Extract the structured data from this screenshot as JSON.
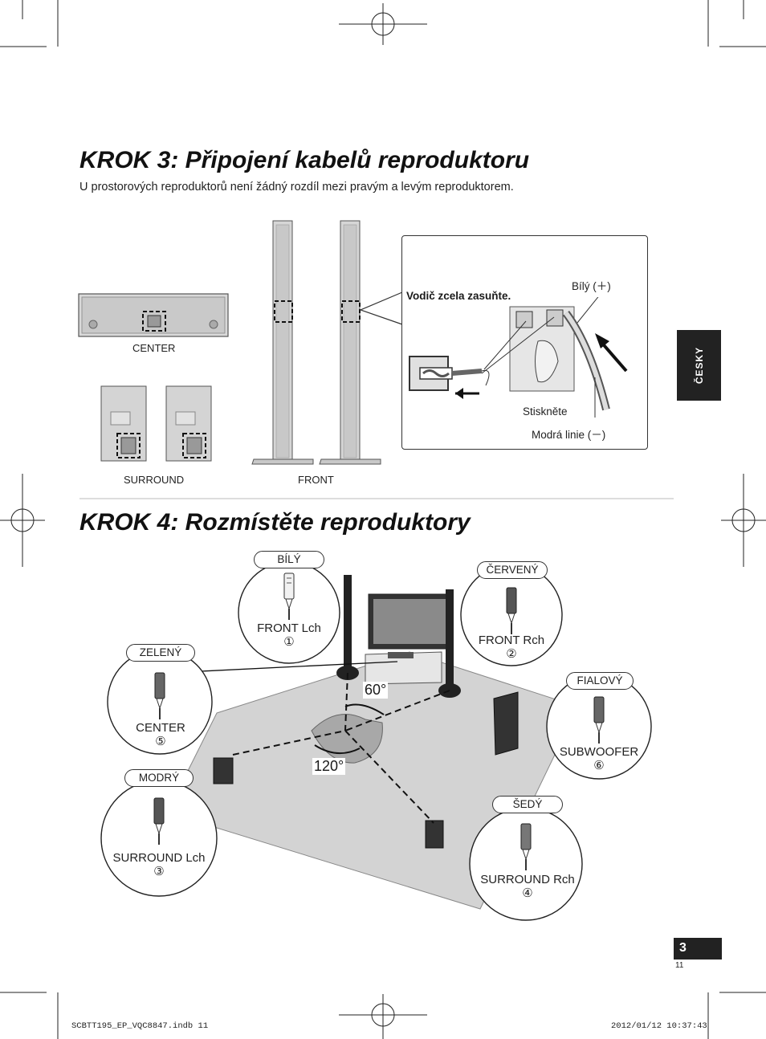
{
  "step3": {
    "title": "KROK 3: Připojení kabelů reproduktoru",
    "subtitle": "U prostorových reproduktorů není žádný rozdíl mezi pravým a levým reproduktorem."
  },
  "speaker_labels": {
    "center": "CENTER",
    "surround": "SURROUND",
    "front": "FRONT"
  },
  "callout": {
    "instruction": "Vodič zcela zasuňte.",
    "white_plus": "Bílý (＋)",
    "press": "Stiskněte",
    "blue_line_minus": "Modrá linie (－)"
  },
  "step4": {
    "title": "KROK 4: Rozmístěte reproduktory"
  },
  "angles": {
    "a60": "60°",
    "a120": "120°"
  },
  "connectors": [
    {
      "color_name": "BÍLÝ",
      "speaker": "FRONT Lch",
      "number": "①",
      "hex": "#e8e8e8"
    },
    {
      "color_name": "ČERVENÝ",
      "speaker": "FRONT Rch",
      "number": "②",
      "hex": "#c0392b"
    },
    {
      "color_name": "ZELENÝ",
      "speaker": "CENTER",
      "number": "⑤",
      "hex": "#2e7d32"
    },
    {
      "color_name": "FIALOVÝ",
      "speaker": "SUBWOOFER",
      "number": "⑥",
      "hex": "#6a1b9a"
    },
    {
      "color_name": "MODRÝ",
      "speaker": "SURROUND Lch",
      "number": "③",
      "hex": "#1565c0"
    },
    {
      "color_name": "ŠEDÝ",
      "speaker": "SURROUND Rch",
      "number": "④",
      "hex": "#808080"
    }
  ],
  "side_tab": "ČESKY",
  "page": {
    "number": "3",
    "small_number": "11"
  },
  "footer": {
    "file": "SCBTT195_EP_VQC8847.indb   11",
    "timestamp": "2012/01/12   10:37:43"
  }
}
